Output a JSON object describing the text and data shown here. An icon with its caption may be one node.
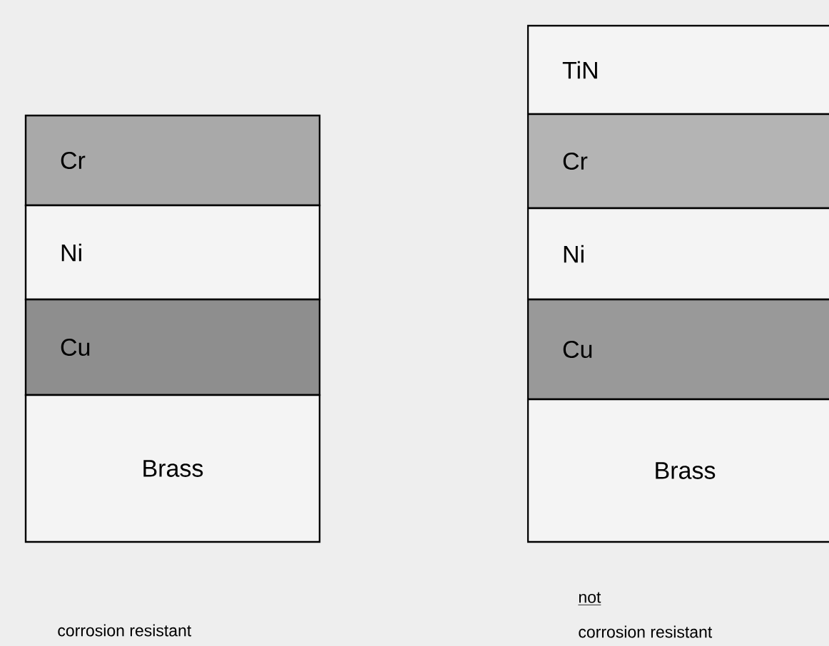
{
  "diagram": {
    "nodes": [
      {
        "text": [
          "Cr"
        ]
      },
      {
        "text": [
          "Ni"
        ]
      },
      {
        "text": [
          "Cu"
        ]
      },
      {
        "text": [
          "Brass"
        ]
      },
      {
        "text": [
          "TiN"
        ]
      },
      {
        "text": [
          "Cr"
        ]
      },
      {
        "text": [
          "Ni"
        ]
      },
      {
        "text": [
          "Cu"
        ]
      },
      {
        "text": [
          "Brass"
        ]
      }
    ],
    "labels": [
      "corrosion resistant",
      "not",
      "corrosion resistant"
    ]
  }
}
